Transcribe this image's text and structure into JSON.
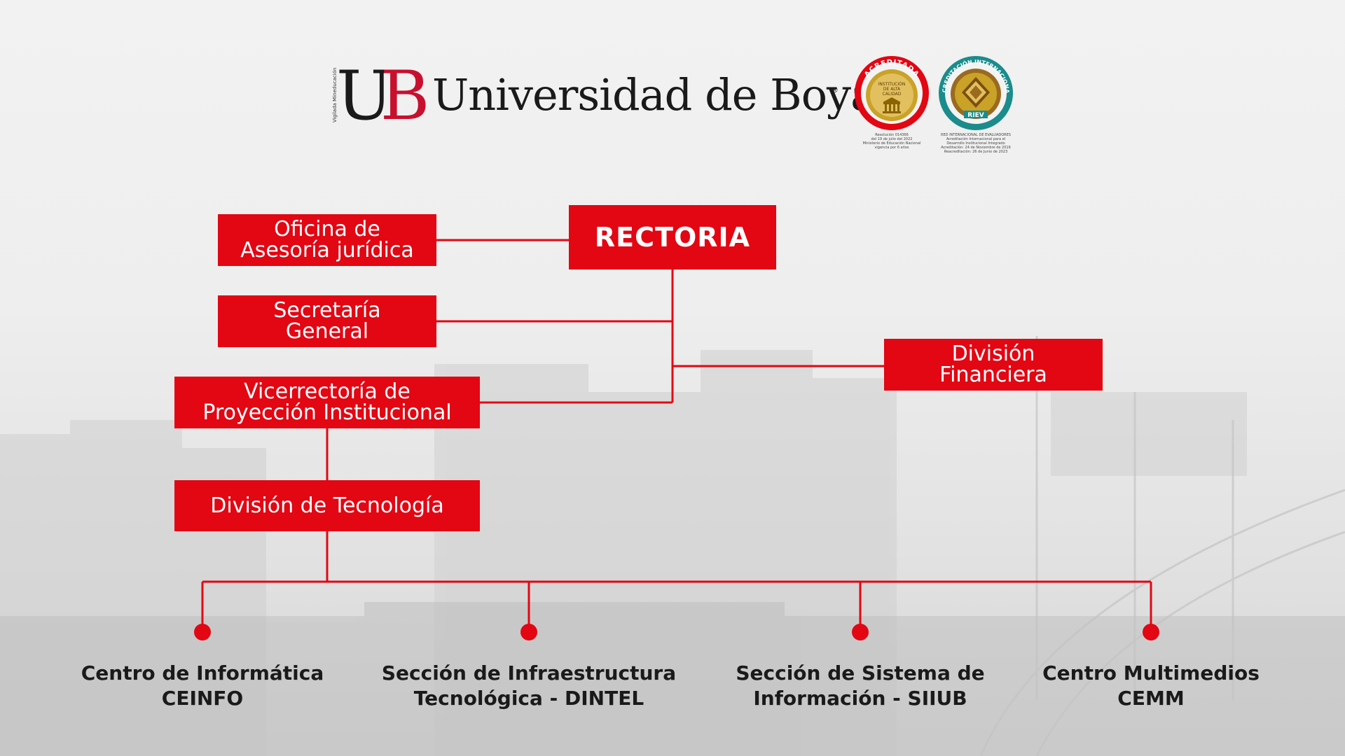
{
  "header": {
    "logo_mark_u": "U",
    "logo_mark_b": "B",
    "logo_tagline": "Vigilada Mineducación",
    "university_name": "Universidad de Boyacá",
    "registered_mark": "®",
    "seal1": {
      "arc_text": "ACREDITADA",
      "center_text": [
        "INSTITUCIÓN",
        "DE ALTA",
        "CALIDAD"
      ],
      "sub_text": [
        "Resolución 014366",
        "del 19 de julio del 2022",
        "Ministerio de Educación Nacional",
        "vigencia por 6 años"
      ]
    },
    "seal2": {
      "arc_text": "ACREDITACIÓN INTERNACIONAL",
      "center_text": "RIEV",
      "sub_text": [
        "RED INTERNACIONAL DE EVALUADORES",
        "Acreditación Internacional para el",
        "Desarrollo Institucional Integrado",
        "Acreditación: 24 de Noviembre de 2016",
        "Reacreditación: 26 de Junio de 2023"
      ]
    }
  },
  "org_chart": {
    "root": "RECTORIA",
    "offices": {
      "legal": [
        "Oficina de",
        "Asesoría jurídica"
      ],
      "secretary": [
        "Secretaría",
        "General"
      ],
      "vice_rector": [
        "Vicerrectoría de",
        "Proyección Institucional"
      ],
      "finance": [
        "División",
        "Financiera"
      ],
      "technology": [
        "División de Tecnología"
      ]
    },
    "units": [
      [
        "Centro de Informática",
        "CEINFO"
      ],
      [
        "Sección de Infraestructura",
        "Tecnológica - DINTEL"
      ],
      [
        "Sección de Sistema de",
        "Información - SIIUB"
      ],
      [
        "Centro Multimedios",
        "CEMM"
      ]
    ]
  },
  "colors": {
    "brand_red": "#e30613",
    "text_dark": "#1a1a1a",
    "seal_gold": "#c9a227",
    "seal_teal": "#1a8c8c"
  }
}
